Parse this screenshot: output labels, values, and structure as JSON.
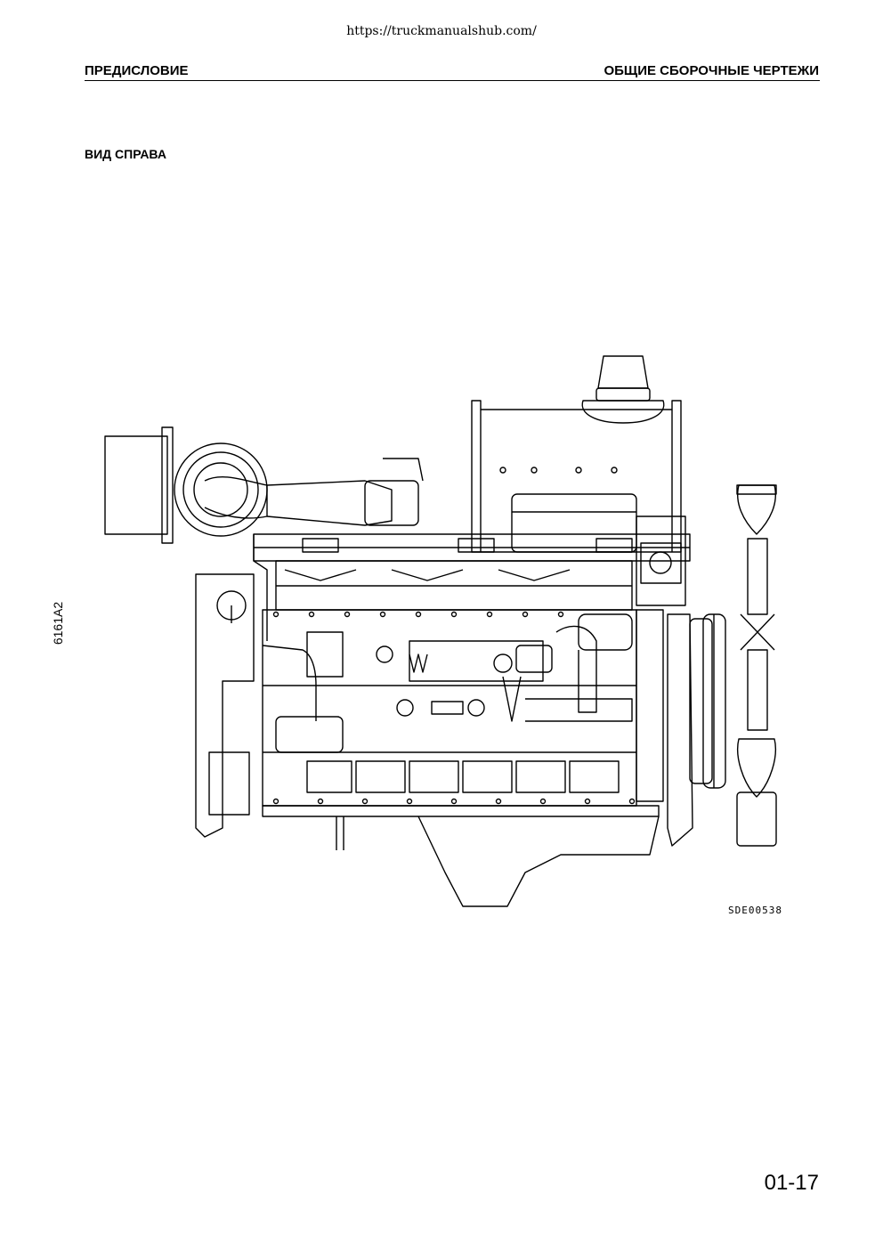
{
  "source_url": "https://truckmanualshub.com/",
  "header": {
    "left": "ПРЕДИСЛОВИЕ",
    "right": "ОБЩИЕ СБОРОЧНЫЕ ЧЕРТЕЖИ"
  },
  "section_title": "ВИД СПРАВА",
  "side_code": "6161A2",
  "figure": {
    "drawing_code": "SDE00538"
  },
  "page_number": "01-17"
}
